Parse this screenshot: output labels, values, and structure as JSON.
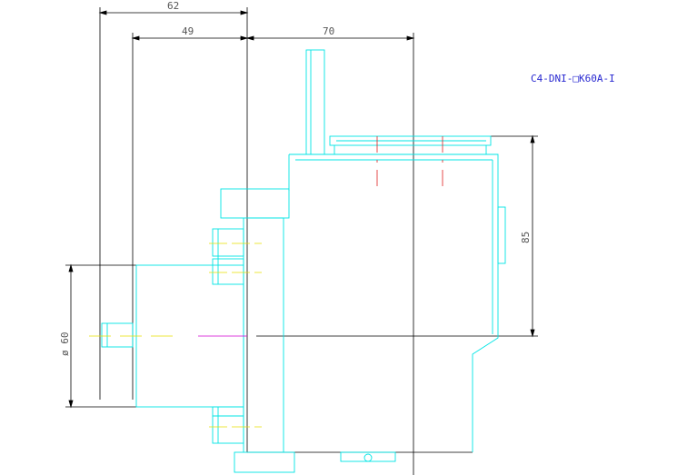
{
  "drawing": {
    "part_number": "C4-DNI-□K60A-I",
    "dimensions": {
      "total_depth": "62",
      "rear_depth": "49",
      "front_depth": "70",
      "height": "85",
      "diameter": "ø 60"
    },
    "colors": {
      "outline": "#00e5e5",
      "dimension": "#000000",
      "centerline_red": "#e02020",
      "centerline_yellow": "#e8e000",
      "centerline_magenta": "#d000d0",
      "label": "#2828d0"
    }
  }
}
